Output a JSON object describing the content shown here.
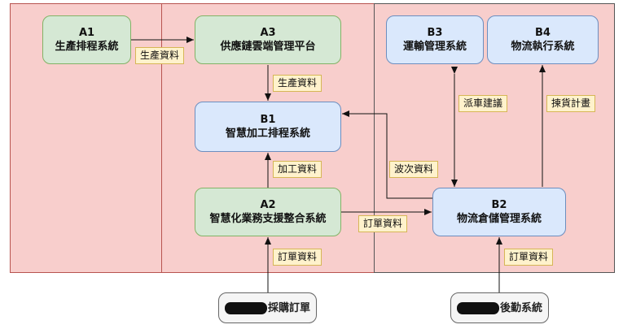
{
  "nodes": {
    "a1": {
      "id": "A1",
      "name": "生產排程系統"
    },
    "a3": {
      "id": "A3",
      "name": "供應鏈雲端管理平台"
    },
    "b3": {
      "id": "B3",
      "name": "運輸管理系統"
    },
    "b4": {
      "id": "B4",
      "name": "物流執行系統"
    },
    "b1": {
      "id": "B1",
      "name": "智慧加工排程系統"
    },
    "a2": {
      "id": "A2",
      "name": "智慧化業務支援整合系統"
    },
    "b2": {
      "id": "B2",
      "name": "物流倉儲管理系統"
    },
    "purchase": {
      "name": "採購訂單"
    },
    "logistics": {
      "name": "後勤系統"
    }
  },
  "edge_labels": {
    "a1_a3": "生產資料",
    "a3_b1": "生產資料",
    "a2_b1": "加工資料",
    "b2_b1": "波次資料",
    "a2_b2": "訂單資料",
    "purchase_a2": "訂單資料",
    "logistics_b2": "訂單資料",
    "b2_b3": "派車建議",
    "b2_b4": "揀貨計畫"
  },
  "colors": {
    "region_fill": "#f8cecc",
    "region_border": "#b85450",
    "green_fill": "#d5e8d4",
    "blue_fill": "#dae8fc",
    "label_fill": "#fff2cc"
  }
}
